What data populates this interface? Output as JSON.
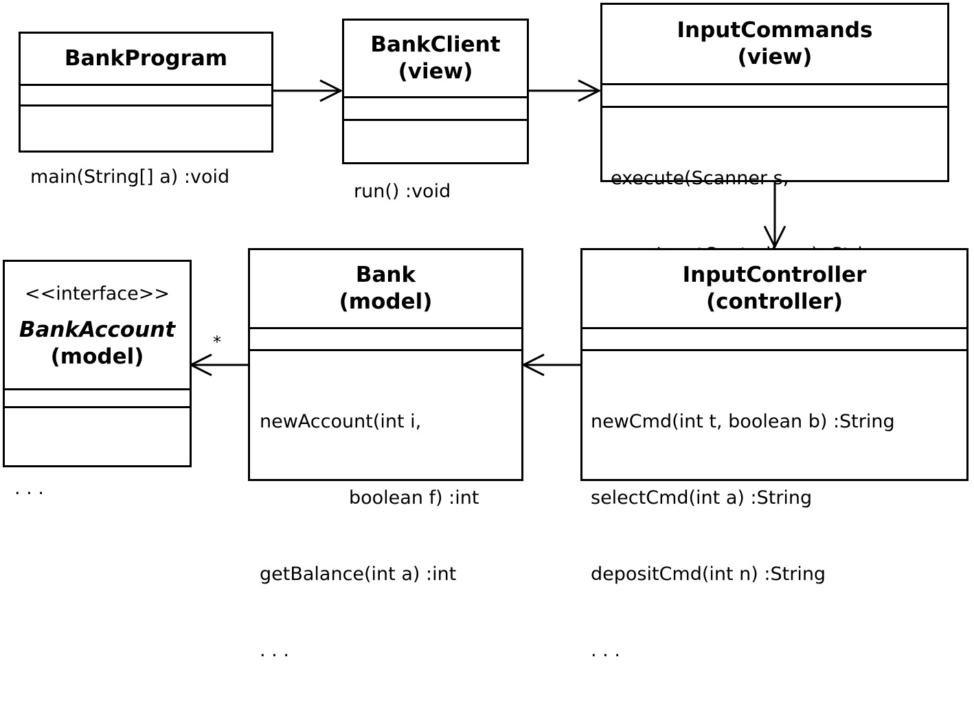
{
  "classes": {
    "bankprogram": {
      "name": "BankProgram",
      "ops": [
        "main(String[] a) :void"
      ]
    },
    "bankclient": {
      "name": "BankClient",
      "role": "(view)",
      "ops": [
        "run() :void"
      ]
    },
    "inputcommands": {
      "name": "InputCommands",
      "role": "(view)",
      "ops": [
        "execute(Scanner s,",
        "InputController c) :String"
      ]
    },
    "inputcontroller": {
      "name": "InputController",
      "role": "(controller)",
      "ops": [
        "newCmd(int t, boolean b) :String",
        "selectCmd(int a) :String",
        "depositCmd(int n) :String",
        ". . ."
      ]
    },
    "bank": {
      "name": "Bank",
      "role": "(model)",
      "ops": [
        "newAccount(int i,",
        "boolean f) :int",
        "getBalance(int a) :int",
        ". . ."
      ]
    },
    "bankaccount": {
      "stereotype": "<<interface>>",
      "name": "BankAccount",
      "role": "(model)",
      "ops": [
        ". . ."
      ]
    }
  },
  "multiplicity": "*"
}
